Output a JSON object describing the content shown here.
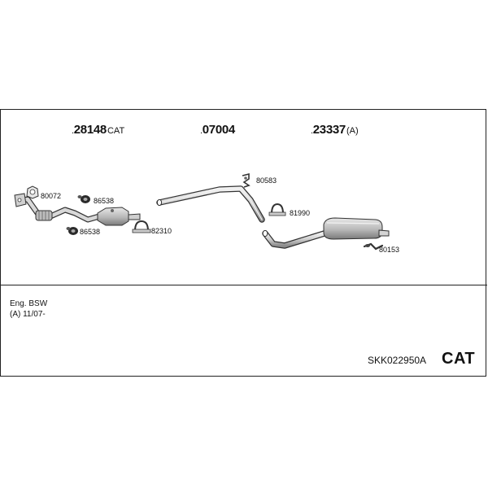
{
  "groups": [
    {
      "prefix": ".",
      "number": "28148",
      "suffix": "CAT"
    },
    {
      "prefix": ".",
      "number": "07004",
      "suffix": ""
    },
    {
      "prefix": ".",
      "number": "23337",
      "suffix": "(A)"
    }
  ],
  "parts": {
    "p1": "80072",
    "p2": "86538",
    "p3": "86538",
    "p4": "82310",
    "p5": "80583",
    "p6": "81990",
    "p7": "80153"
  },
  "notes": {
    "engine": "Eng. BSW",
    "variant": "(A) 11/07-"
  },
  "kit_code": "SKK022950A",
  "category": "CAT"
}
